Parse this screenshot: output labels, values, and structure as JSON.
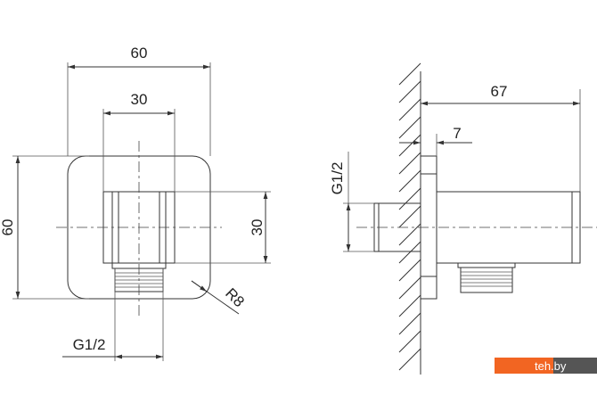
{
  "front_view": {
    "width_label": "60",
    "inner_width_label": "30",
    "height_label": "60",
    "inner_height_label": "30",
    "radius_label": "R8",
    "thread_label": "G1/2"
  },
  "side_view": {
    "depth_label": "67",
    "flange_label": "7",
    "thread_label": "G1/2"
  },
  "watermark": {
    "text": "teh.by",
    "accent_color": "#f26522"
  }
}
